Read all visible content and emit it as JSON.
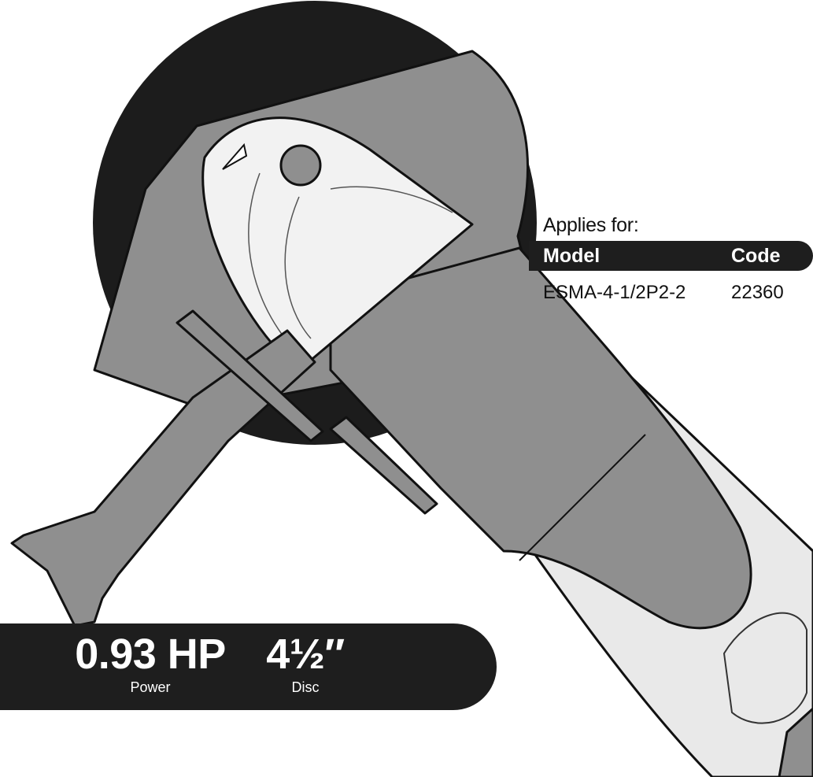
{
  "applies_label": "Applies for:",
  "table": {
    "headers": {
      "model": "Model",
      "code": "Code"
    },
    "rows": [
      {
        "model": "ESMA-4-1/2P2-2",
        "code": "22360"
      }
    ]
  },
  "specs": {
    "power": {
      "value": "0.93 HP",
      "label": "Power"
    },
    "disc": {
      "value": "4½″",
      "label": "Disc"
    }
  },
  "colors": {
    "dark_bar": "#1e1e1e",
    "tool_body": "#8f8f8f",
    "tool_light": "#e9e9e9",
    "disc": "#1c1c1c"
  }
}
